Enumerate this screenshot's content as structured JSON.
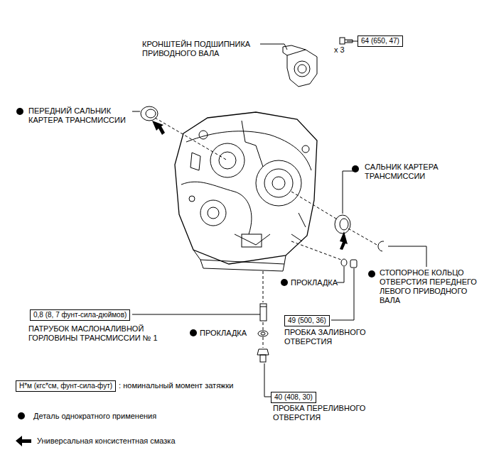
{
  "diagram": {
    "nodes": [
      {
        "text": [
          "64 (650, 47)"
        ]
      },
      {
        "text": [
          "0,8 (8, 7 фунт-сила-дюймов)"
        ]
      },
      {
        "text": [
          "49 (500, 36)"
        ]
      },
      {
        "text": [
          "40 (408, 30)"
        ]
      },
      {
        "text": [
          "Н*м (кгс*см, фунт-сила-фут)"
        ]
      }
    ],
    "labels": [
      "КРОНШТЕЙН ПОДШИПНИКА ПРИВОДНОГО ВАЛА",
      "x 3",
      "ПЕРЕДНИЙ САЛЬНИК КАРТЕРА ТРАНСМИССИИ",
      "САЛЬНИК КАРТЕРА ТРАНСМИССИИ",
      "ПРОКЛАДКА",
      "СТОПОРНОЕ КОЛЬЦО ОТВЕРСТИЯ ПЕРЕДНЕГО ЛЕВОГО ПРИВОДНОГО ВАЛА",
      "ПРОБКА ЗАЛИВНОГО ОТВЕРСТИЯ",
      "ПАТРУБОК МАСЛОНАЛИВНОЙ ГОРЛОВИНЫ ТРАНСМИССИИ № 1",
      "ПРОКЛАДКА",
      "ПРОБКА ПЕРЕЛИВНОГО ОТВЕРСТИЯ"
    ],
    "legend": [
      {
        "text": ": номинальный момент затяжки"
      },
      {
        "text": "Деталь однократного применения"
      },
      {
        "text": "Универсальная консистентная смазка"
      }
    ]
  }
}
